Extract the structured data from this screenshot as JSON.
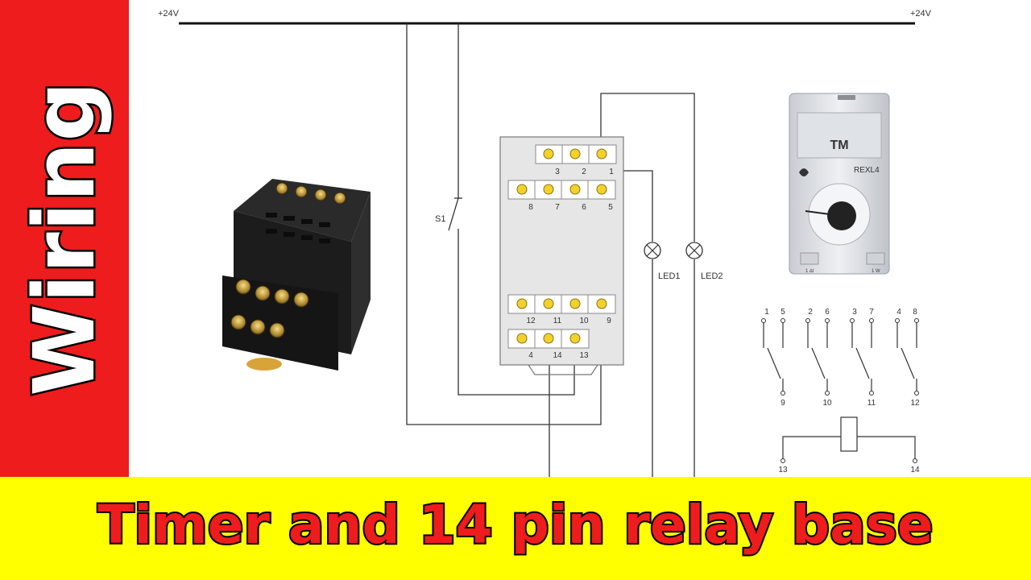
{
  "side_title": "Wiring",
  "caption": "Timer and 14 pin relay base",
  "diagram": {
    "supply_left": "+24V",
    "supply_right": "+24V",
    "switch_label": "S1",
    "led1_label": "LED1",
    "led2_label": "LED2",
    "base_terminals": {
      "row1": [
        "3",
        "2",
        "1"
      ],
      "row2": [
        "8",
        "7",
        "6",
        "5"
      ],
      "row3": [
        "12",
        "11",
        "10",
        "9"
      ],
      "row4": [
        "4",
        "14",
        "13"
      ]
    },
    "timer_brand": "REXL4",
    "timer_logo": "TM",
    "timer_badges": [
      "1 ∆t",
      "1 W"
    ],
    "contact_pairs": [
      {
        "top_left": "1",
        "top_right": "5",
        "bottom": "9"
      },
      {
        "top_left": "2",
        "top_right": "6",
        "bottom": "10"
      },
      {
        "top_left": "3",
        "top_right": "7",
        "bottom": "11"
      },
      {
        "top_left": "4",
        "top_right": "8",
        "bottom": "12"
      }
    ],
    "coil_terminals": [
      "13",
      "14"
    ]
  }
}
